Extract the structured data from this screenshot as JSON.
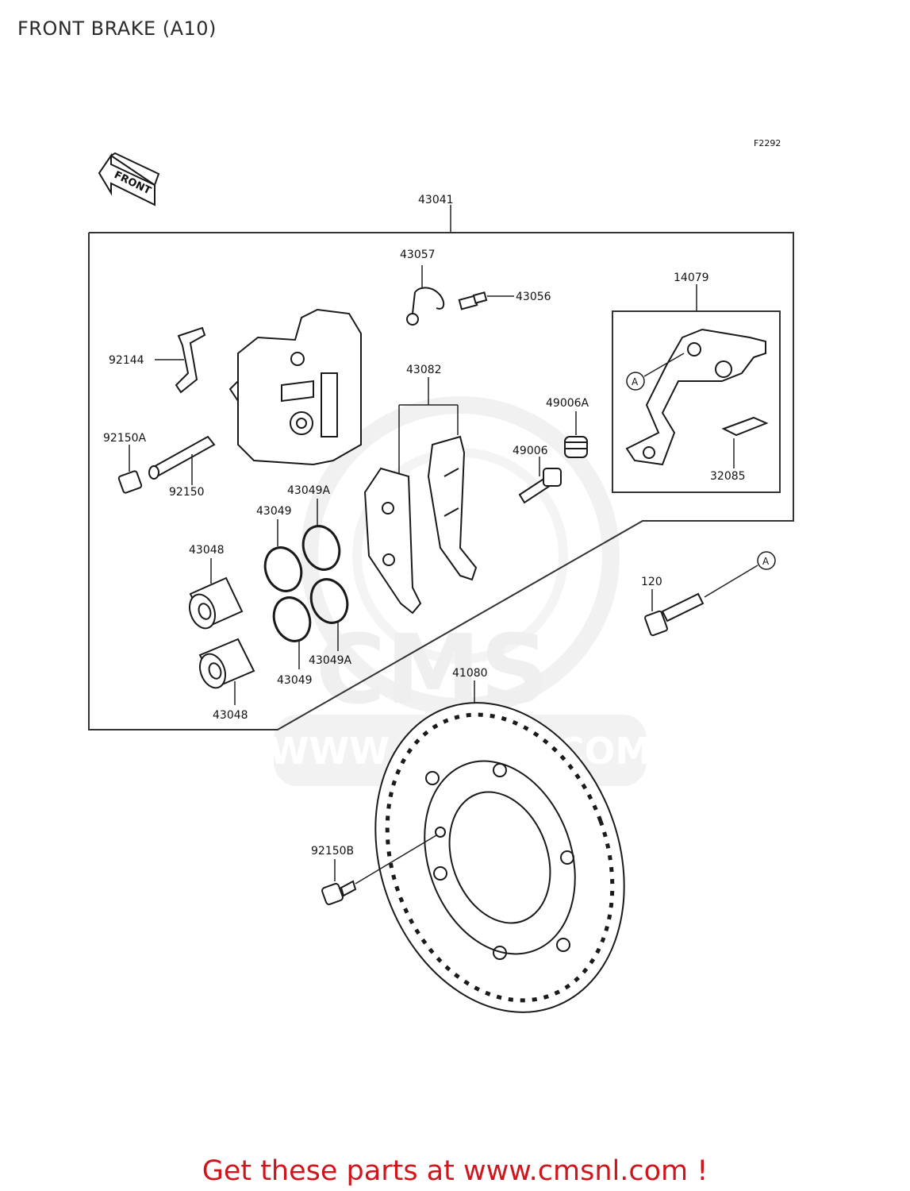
{
  "header": {
    "title": "FRONT BRAKE (A10)"
  },
  "diagram": {
    "figure_code": "F2292",
    "front_label": "FRONT",
    "ref_marker": "A",
    "parts": {
      "assembly": "43041",
      "hose": "43057",
      "bleed_valve": "43056",
      "bracket": "14079",
      "pad_spring": "92144",
      "pads": "43082",
      "boot_a": "49006A",
      "pin_a": "49006",
      "plug": "92150A",
      "pad_pin": "92150",
      "seal_a_top": "43049A",
      "seal_top": "43049",
      "piston_top": "43048",
      "bolt": "120",
      "spring": "32085",
      "seal_a_bottom": "43049A",
      "seal_bottom": "43049",
      "piston_bottom": "43048",
      "disc": "41080",
      "disc_bolt": "92150B"
    },
    "watermark": {
      "brand": "CMS",
      "site": "WWW.CMSNL.COM"
    }
  },
  "footer": {
    "cta": "Get these parts at www.cmsnl.com !"
  },
  "colors": {
    "line": "#1a1a1a",
    "cta": "#d0161d",
    "watermark": "#e4e4e4"
  }
}
